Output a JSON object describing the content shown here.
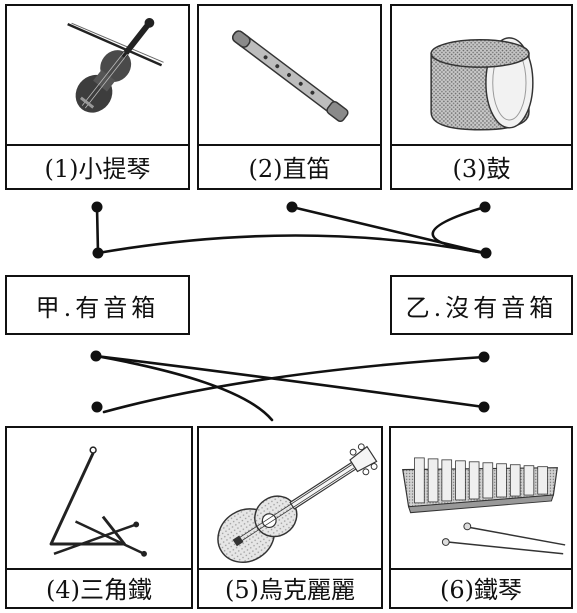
{
  "instruments": [
    {
      "caption": "(1)小提琴",
      "icon": "violin-icon"
    },
    {
      "caption": "(2)直笛",
      "icon": "recorder-icon"
    },
    {
      "caption": "(3)鼓",
      "icon": "drum-icon"
    },
    {
      "caption": "(4)三角鐵",
      "icon": "triangle-icon"
    },
    {
      "caption": "(5)烏克麗麗",
      "icon": "ukulele-icon"
    },
    {
      "caption": "(6)鐵琴",
      "icon": "glockenspiel-icon"
    }
  ],
  "categories": {
    "with_soundbox": "甲.有音箱",
    "without_soundbox": "乙.沒有音箱"
  },
  "colors": {
    "line": "#111111",
    "border": "#111111"
  }
}
